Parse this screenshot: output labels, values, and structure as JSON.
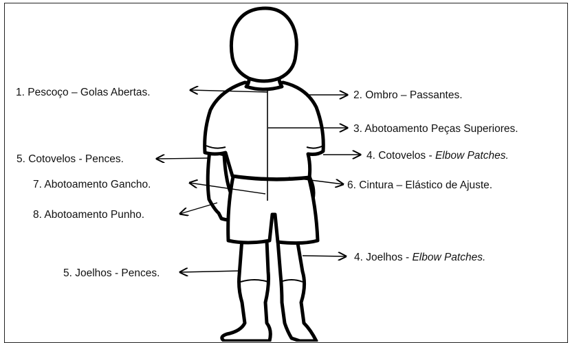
{
  "labels": {
    "l1": "1. Pescoço – Golas Abertas.",
    "l2": "2. Ombro – Passantes.",
    "l3": "3. Abotoamento Peças Superiores.",
    "l4a_prefix": "4. Cotovelos - ",
    "l4a_italic": "Elbow Patches.",
    "l5a": "5. Cotovelos - Pences.",
    "l6": "6. Cintura – Elástico de Ajuste.",
    "l7": "7. Abotoamento Gancho.",
    "l8": "8. Abotoamento Punho.",
    "l4b_prefix": "4. Joelhos - ",
    "l4b_italic": "Elbow Patches.",
    "l5b": "5. Joelhos - Pences."
  },
  "colors": {
    "outline": "#000000",
    "background": "#ffffff"
  }
}
